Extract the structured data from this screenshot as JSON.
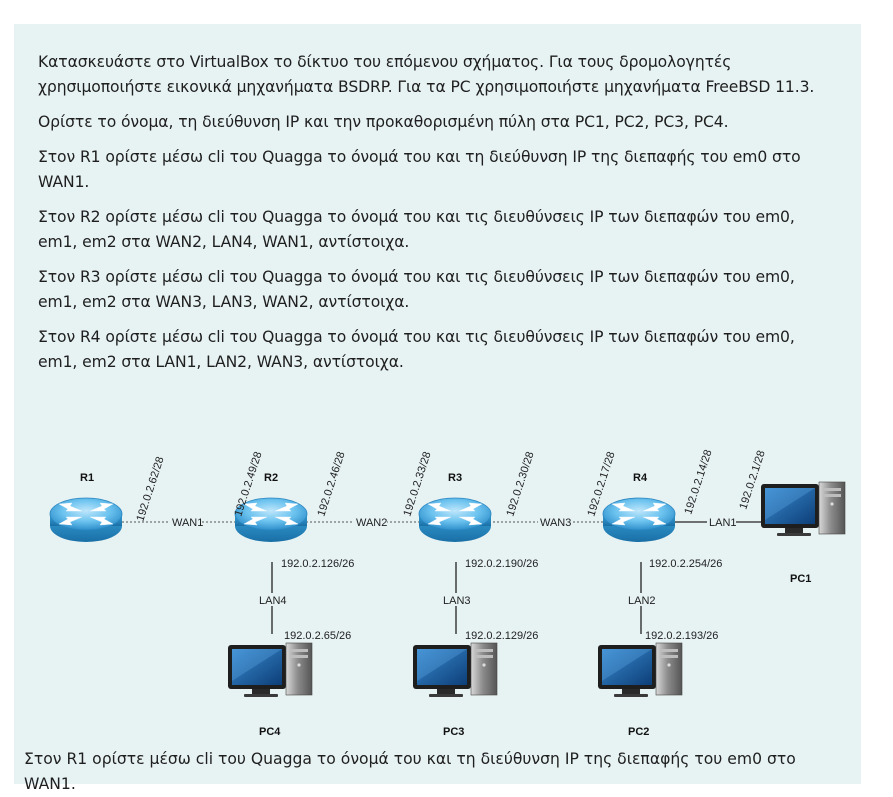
{
  "paragraphs": [
    "Κατασκευάστε στο VirtualBox το δίκτυο του επόμενου σχήματος. Για τους δρομολογητές χρησιμοποιήστε εικονικά μηχανήματα BSDRP. Για τα PC χρησιμοποιήστε μηχανήματα FreeBSD 11.3.",
    "Ορίστε το όνομα, τη διεύθυνση IP και την προκαθορισμένη πύλη στα PC1, PC2, PC3, PC4.",
    "Στον R1 ορίστε μέσω cli του Quagga το όνομά του και τη διεύθυνση IP της διεπαφής του em0 στο WAN1.",
    "Στον R2 ορίστε μέσω cli του Quagga το όνομά του και τις διευθύνσεις IP των διεπαφών του em0, em1, em2 στα WAN2, LAN4, WAN1,  αντίστοιχα.",
    "Στον R3 ορίστε μέσω cli του Quagga το όνομά του και τις διευθύνσεις IP των διεπαφών του em0, em1, em2 στα WAN3, LAN3, WAN2, αντίστοιχα.",
    "Στον R4 ορίστε μέσω cli του Quagga το όνομά του και τις διευθύνσεις IP των διεπαφών του em0, em1, em2 στα LAN1, LAN2, WAN3, αντίστοιχα."
  ],
  "diagram": {
    "routers": {
      "r1": "R1",
      "r2": "R2",
      "r3": "R3",
      "r4": "R4"
    },
    "pcs": {
      "pc1": "PC1",
      "pc2": "PC2",
      "pc3": "PC3",
      "pc4": "PC4"
    },
    "links": {
      "wan1": "WAN1",
      "wan2": "WAN2",
      "wan3": "WAN3",
      "lan1": "LAN1",
      "lan2": "LAN2",
      "lan3": "LAN3",
      "lan4": "LAN4"
    },
    "ips": {
      "r1_wan1": "192.0.2.62/28",
      "r2_wan1": "192.0.2.49/28",
      "r2_wan2": "192.0.2.46/28",
      "r3_wan2": "192.0.2.33/28",
      "r3_wan3": "192.0.2.30/28",
      "r4_wan3": "192.0.2.17/28",
      "r4_lan1": "192.0.2.14/28",
      "pc1_lan1": "192.0.2.1/28",
      "r2_lan4": "192.0.2.126/26",
      "pc4_lan4": "192.0.2.65/26",
      "r3_lan3": "192.0.2.190/26",
      "pc3_lan3": "192.0.2.129/26",
      "r4_lan2": "192.0.2.254/26",
      "pc2_lan2": "192.0.2.193/26"
    }
  },
  "truncated_line": "Στον R1 ορίστε μέσω cli του Quagga το όνομά του και τη διεύθυνση IP της διεπαφής του em0 στο WAN1."
}
